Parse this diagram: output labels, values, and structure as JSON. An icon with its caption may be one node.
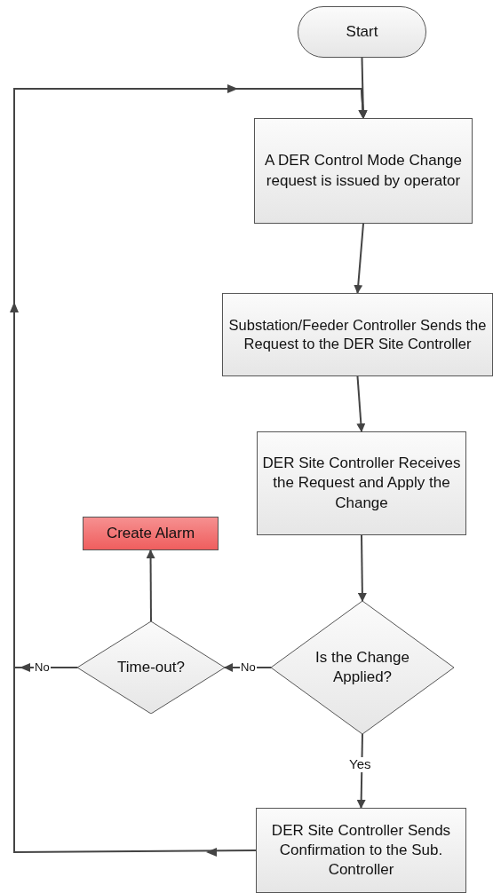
{
  "diagram": {
    "nodes": [
      {
        "text": [
          "Start"
        ]
      },
      {
        "text": [
          "A DER Control Mode Change request is issued by operator"
        ]
      },
      {
        "text": [
          "Substation/Feeder Controller Sends the Request to the DER Site Controller"
        ]
      },
      {
        "text": [
          "DER Site Controller Receives the Request and Apply the Change"
        ]
      },
      {
        "text": [
          "Create Alarm"
        ]
      },
      {
        "text": [
          "Is the Change Applied?"
        ]
      },
      {
        "text": [
          "Time-out?"
        ]
      },
      {
        "text": [
          "DER Site Controller Sends Confirmation to the Sub. Controller"
        ]
      }
    ],
    "edges": [
      {
        "from": 0,
        "to": 1,
        "arrow": "to"
      },
      {
        "from": 1,
        "to": 2,
        "arrow": "to"
      },
      {
        "from": 2,
        "to": 3,
        "arrow": "to"
      },
      {
        "from": 3,
        "to": 5,
        "arrow": "to"
      },
      {
        "from": 5,
        "to": 6,
        "arrow": "to",
        "label": "No"
      },
      {
        "from": 6,
        "to": 4,
        "arrow": "to"
      },
      {
        "from": 5,
        "to": 7,
        "arrow": "to",
        "label": "Yes"
      },
      {
        "from": 6,
        "to": 1,
        "arrow": "to",
        "label": "No"
      },
      {
        "from": 7,
        "to": 1,
        "arrow": "to"
      }
    ]
  }
}
